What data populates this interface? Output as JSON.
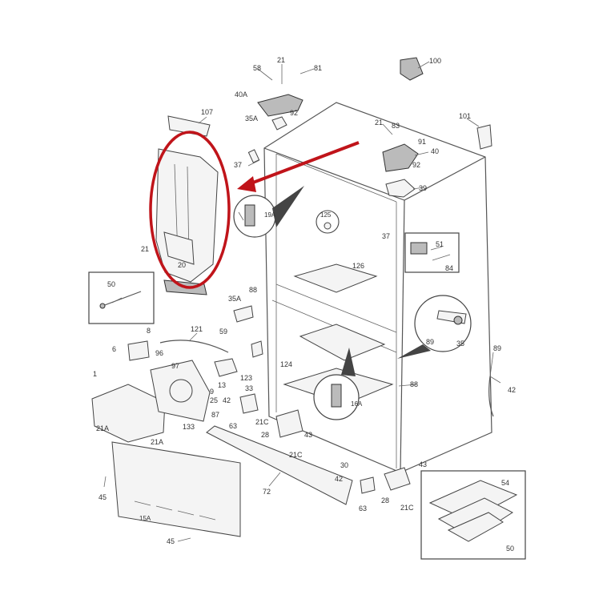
{
  "diagram": {
    "highlight_color": "#c0141a",
    "part_labels": [
      {
        "id": "58",
        "text": "58"
      },
      {
        "id": "21a",
        "text": "21"
      },
      {
        "id": "81",
        "text": "81"
      },
      {
        "id": "100",
        "text": "100"
      },
      {
        "id": "40a",
        "text": "40A"
      },
      {
        "id": "107",
        "text": "107"
      },
      {
        "id": "92a",
        "text": "92"
      },
      {
        "id": "35a",
        "text": "35A"
      },
      {
        "id": "21b",
        "text": "21"
      },
      {
        "id": "83",
        "text": "83"
      },
      {
        "id": "101",
        "text": "101"
      },
      {
        "id": "91",
        "text": "91"
      },
      {
        "id": "40",
        "text": "40"
      },
      {
        "id": "37a",
        "text": "37"
      },
      {
        "id": "92b",
        "text": "92"
      },
      {
        "id": "39",
        "text": "39"
      },
      {
        "id": "19a",
        "text": "19A"
      },
      {
        "id": "125",
        "text": "125"
      },
      {
        "id": "37b",
        "text": "37"
      },
      {
        "id": "21c",
        "text": "21"
      },
      {
        "id": "126",
        "text": "126"
      },
      {
        "id": "51",
        "text": "51"
      },
      {
        "id": "84",
        "text": "84"
      },
      {
        "id": "20",
        "text": "20"
      },
      {
        "id": "50",
        "text": "50"
      },
      {
        "id": "88",
        "text": "88"
      },
      {
        "id": "35ab",
        "text": "35A"
      },
      {
        "id": "59",
        "text": "59"
      },
      {
        "id": "121",
        "text": "121"
      },
      {
        "id": "8",
        "text": "8"
      },
      {
        "id": "6",
        "text": "6"
      },
      {
        "id": "96",
        "text": "96"
      },
      {
        "id": "97",
        "text": "97"
      },
      {
        "id": "13",
        "text": "13"
      },
      {
        "id": "123",
        "text": "123"
      },
      {
        "id": "124",
        "text": "124"
      },
      {
        "id": "89a",
        "text": "89"
      },
      {
        "id": "35",
        "text": "35"
      },
      {
        "id": "89b",
        "text": "89"
      },
      {
        "id": "42a",
        "text": "42"
      },
      {
        "id": "1",
        "text": "1"
      },
      {
        "id": "9",
        "text": "9"
      },
      {
        "id": "25",
        "text": "25"
      },
      {
        "id": "33",
        "text": "33"
      },
      {
        "id": "87",
        "text": "87"
      },
      {
        "id": "42b",
        "text": "42"
      },
      {
        "id": "16a",
        "text": "16A"
      },
      {
        "id": "88b",
        "text": "88"
      },
      {
        "id": "21aa",
        "text": "21A"
      },
      {
        "id": "133",
        "text": "133"
      },
      {
        "id": "63",
        "text": "63"
      },
      {
        "id": "28a",
        "text": "28"
      },
      {
        "id": "43a",
        "text": "43"
      },
      {
        "id": "21ab",
        "text": "21A"
      },
      {
        "id": "21c1",
        "text": "21C"
      },
      {
        "id": "21c2",
        "text": "21C"
      },
      {
        "id": "43b",
        "text": "43"
      },
      {
        "id": "30",
        "text": "30"
      },
      {
        "id": "72",
        "text": "72"
      },
      {
        "id": "42c",
        "text": "42"
      },
      {
        "id": "54",
        "text": "54"
      },
      {
        "id": "45a",
        "text": "45"
      },
      {
        "id": "28b",
        "text": "28"
      },
      {
        "id": "21c3",
        "text": "21C"
      },
      {
        "id": "63b",
        "text": "63"
      },
      {
        "id": "15a",
        "text": "15A"
      },
      {
        "id": "50b",
        "text": "50"
      },
      {
        "id": "45b",
        "text": "45"
      }
    ]
  }
}
